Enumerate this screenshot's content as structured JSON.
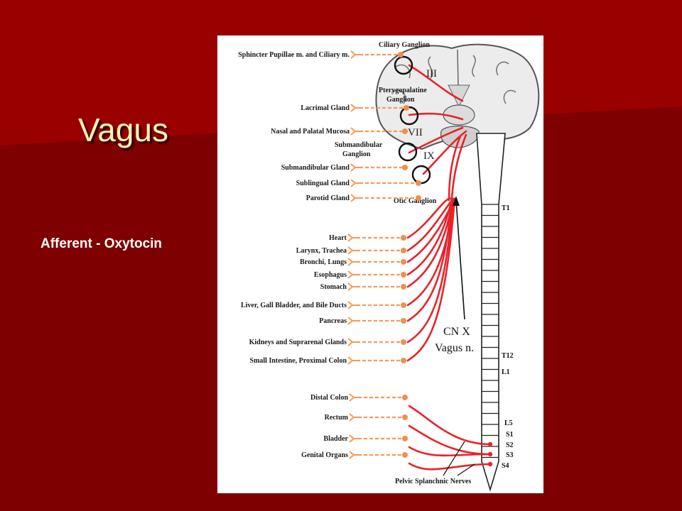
{
  "slide": {
    "title": "Vagus",
    "subtitle": "Afferent - Oxytocin"
  },
  "colors": {
    "background": "#7e0000",
    "title": "#fff4b8",
    "nerve": "#e8232a",
    "preganglionic": "#f59b5a"
  },
  "diagram": {
    "ganglia": {
      "ciliary": "Ciliary Ganglion",
      "pterygopalatine_1": "Pterygopalatine",
      "pterygopalatine_2": "Ganglion",
      "submandibular_1": "Submandibular",
      "submandibular_2": "Ganglion",
      "otic": "Otic Ganglion"
    },
    "cranial_numerals": {
      "iii": "III",
      "vii": "VII",
      "ix": "IX"
    },
    "cranial_targets": [
      "Sphincter Pupillae m. and Ciliary m.",
      "Lacrimal Gland",
      "Nasal and Palatal Mucosa",
      "Submandibular Gland",
      "Sublingual Gland",
      "Parotid Gland"
    ],
    "vagus_targets": [
      "Heart",
      "Larynx, Trachea",
      "Bronchi, Lungs",
      "Esophagus",
      "Stomach",
      "Liver, Gall Bladder, and Bile Ducts",
      "Pancreas",
      "Kidneys and Suprarenal Glands",
      "Small Intestine, Proximal Colon"
    ],
    "pelvic_targets": [
      "Distal Colon",
      "Rectum",
      "Bladder",
      "Genital Organs"
    ],
    "vagus_label_1": "CN X",
    "vagus_label_2": "Vagus n.",
    "pelvic_label": "Pelvic Splanchnic Nerves",
    "spinal_segments": {
      "t1": "T1",
      "t12": "T12",
      "l1": "L1",
      "l5": "L5",
      "s1": "S1",
      "s2": "S2",
      "s3": "S3",
      "s4": "S4"
    }
  }
}
